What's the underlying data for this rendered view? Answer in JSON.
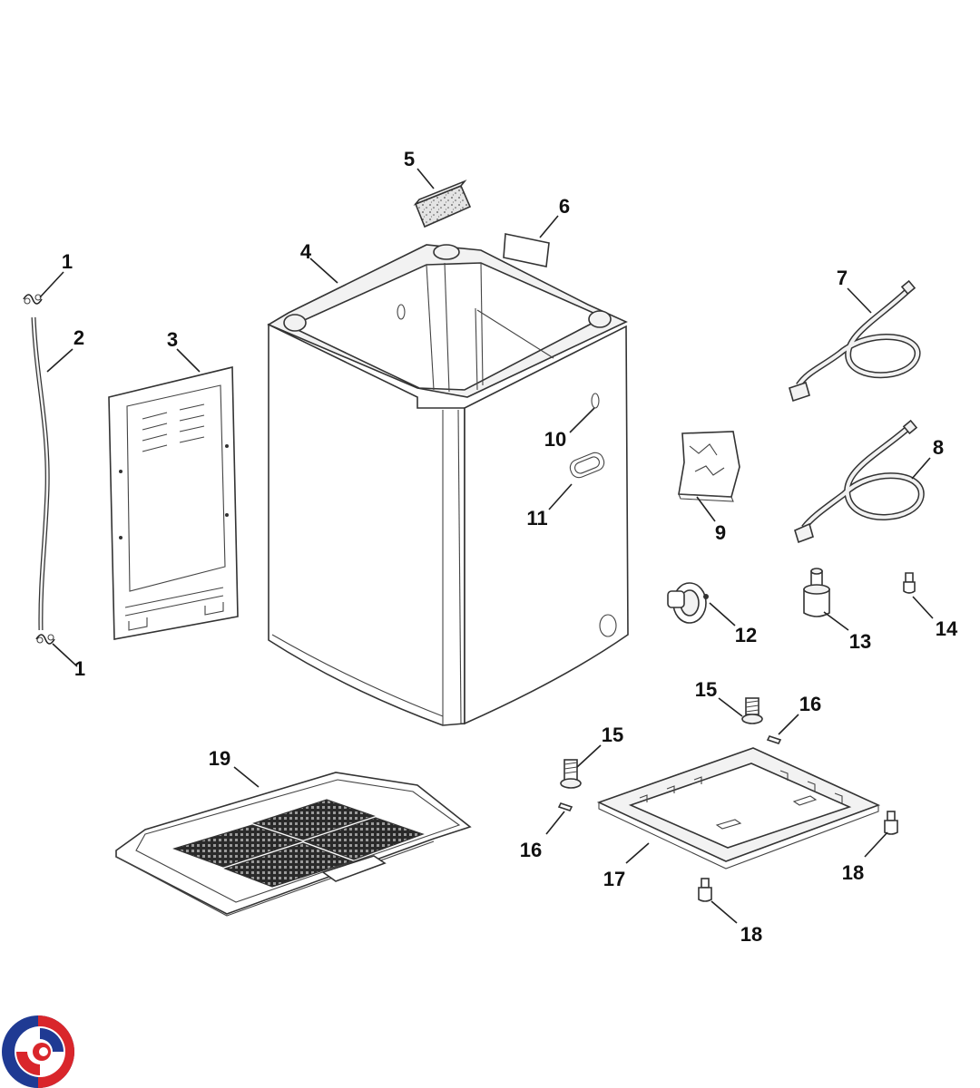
{
  "diagram": {
    "callouts": [
      {
        "id": "1a",
        "text": "1"
      },
      {
        "id": "1b",
        "text": "1"
      },
      {
        "id": "2",
        "text": "2"
      },
      {
        "id": "3",
        "text": "3"
      },
      {
        "id": "4",
        "text": "4"
      },
      {
        "id": "5",
        "text": "5"
      },
      {
        "id": "6",
        "text": "6"
      },
      {
        "id": "7",
        "text": "7"
      },
      {
        "id": "8",
        "text": "8"
      },
      {
        "id": "9",
        "text": "9"
      },
      {
        "id": "10",
        "text": "10"
      },
      {
        "id": "11",
        "text": "11"
      },
      {
        "id": "12",
        "text": "12"
      },
      {
        "id": "13",
        "text": "13"
      },
      {
        "id": "14",
        "text": "14"
      },
      {
        "id": "15a",
        "text": "15"
      },
      {
        "id": "15b",
        "text": "15"
      },
      {
        "id": "16a",
        "text": "16"
      },
      {
        "id": "16b",
        "text": "16"
      },
      {
        "id": "17",
        "text": "17"
      },
      {
        "id": "18a",
        "text": "18"
      },
      {
        "id": "18b",
        "text": "18"
      },
      {
        "id": "19",
        "text": "19"
      }
    ],
    "logo": {
      "icon": "brand-swirl-logo-icon",
      "colors": {
        "blue": "#1f3a93",
        "red": "#d9262b"
      }
    }
  }
}
